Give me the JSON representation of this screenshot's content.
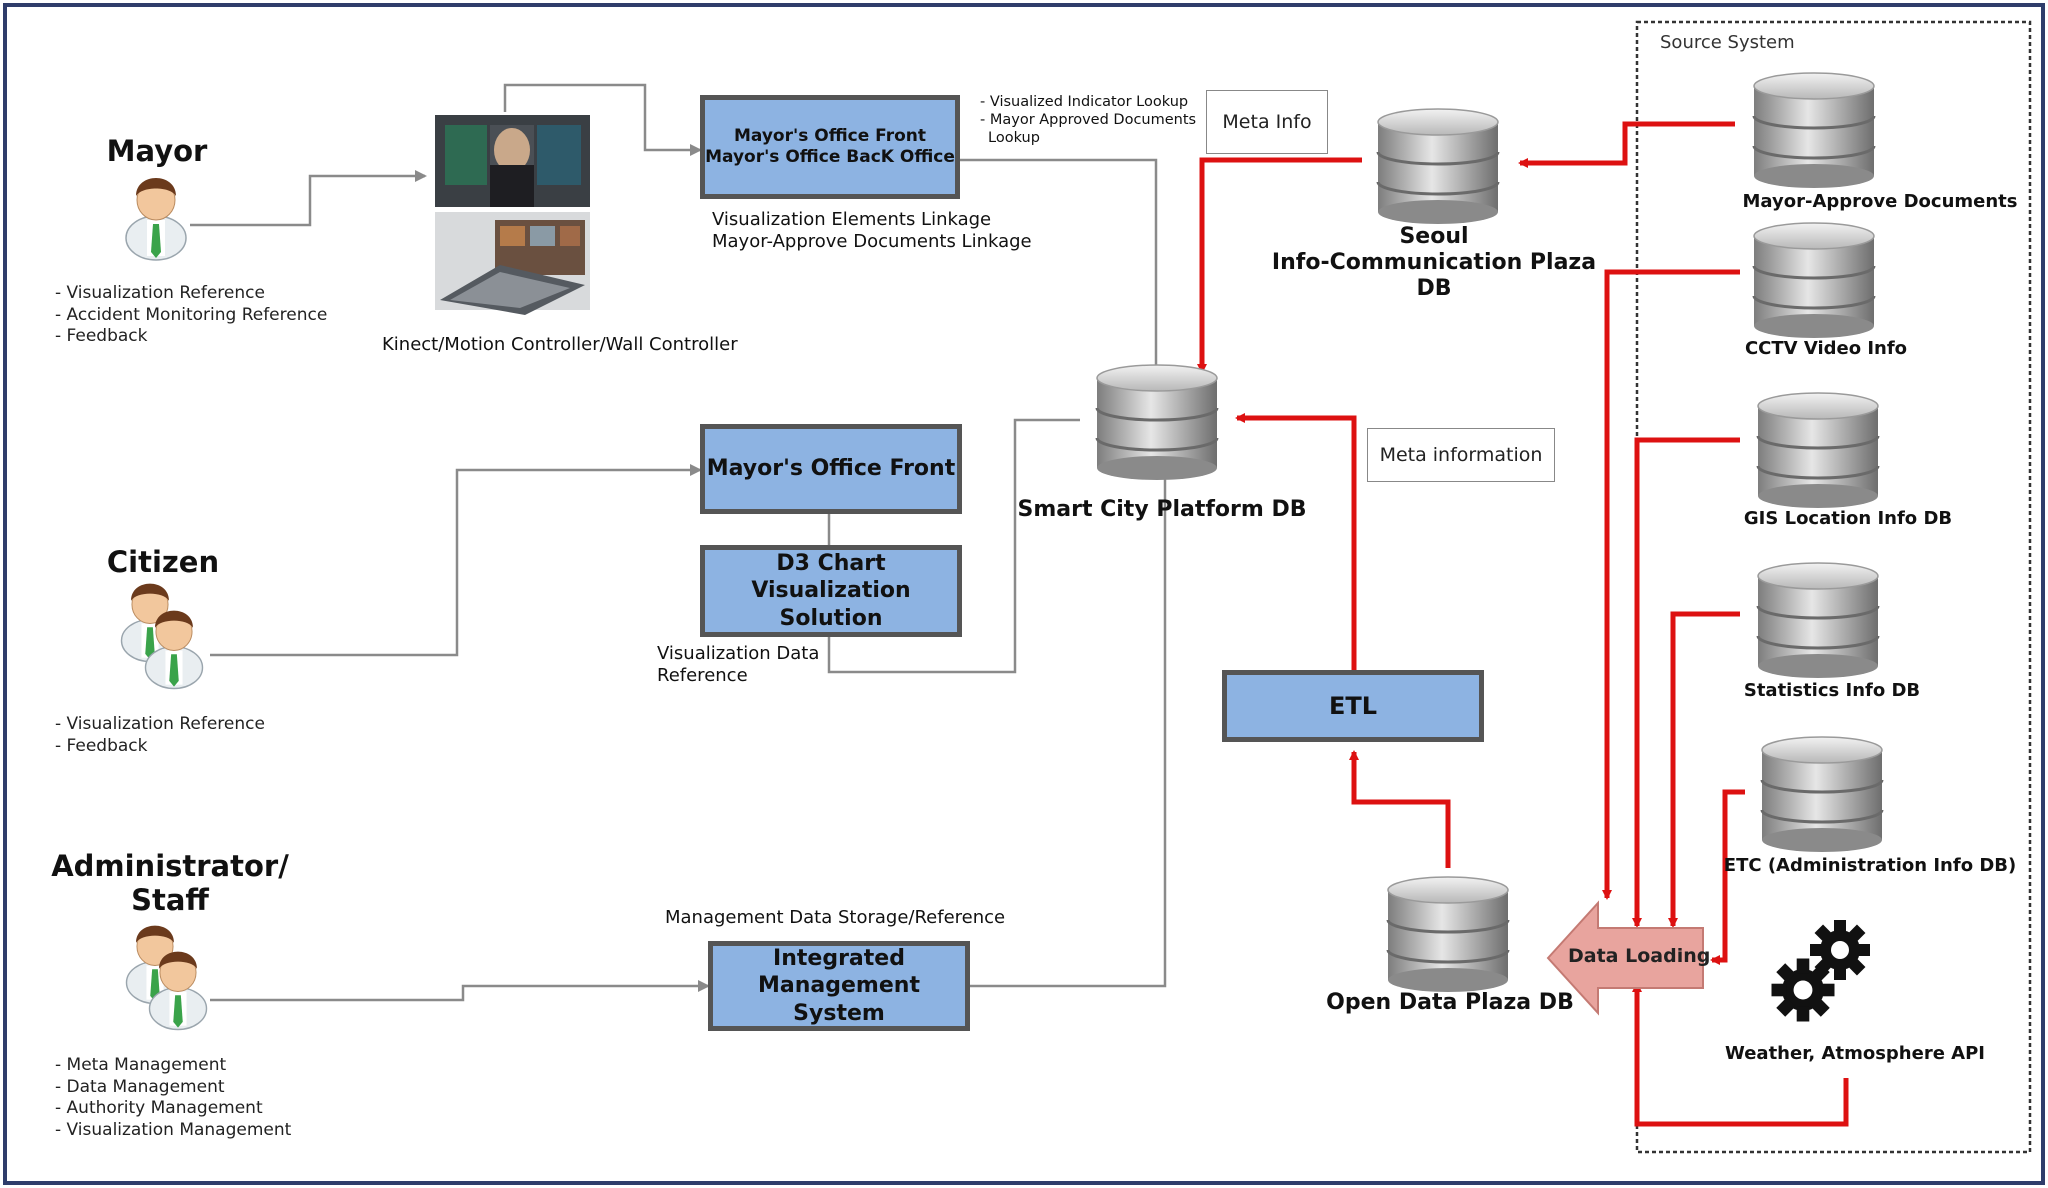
{
  "actors": {
    "mayor": {
      "title": "Mayor",
      "items": [
        "- Visualization Reference",
        "- Accident Monitoring Reference",
        "- Feedback"
      ]
    },
    "citizen": {
      "title": "Citizen",
      "items": [
        "- Visualization Reference",
        "- Feedback"
      ]
    },
    "admin": {
      "title_line1": "Administrator/",
      "title_line2": "Staff",
      "items": [
        "- Meta Management",
        "- Data Management",
        "- Authority Management",
        "- Visualization Management"
      ]
    }
  },
  "controller_caption": "Kinect/Motion Controller/Wall Controller",
  "boxes": {
    "mayor_office": {
      "line1": "Mayor's Office Front",
      "line2": "Mayor's Office BacK Office"
    },
    "front": {
      "line1": "Mayor's Office Front"
    },
    "d3": {
      "line1": "D3 Chart",
      "line2": "Visualization Solution"
    },
    "ims": {
      "line1": "Integrated",
      "line2": "Management System"
    },
    "etl": {
      "line1": "ETL"
    }
  },
  "annotations": {
    "linkage_1": "Visualization Elements Linkage",
    "linkage_2": "Mayor-Approve Documents Linkage",
    "lookup_1": "- Visualized Indicator Lookup",
    "lookup_2": "- Mayor Approved Documents",
    "lookup_3": "Lookup",
    "viz_data_1": "Visualization Data",
    "viz_data_2": "Reference",
    "mgmt_data": "Management Data Storage/Reference"
  },
  "notes": {
    "meta_info": "Meta Info",
    "meta_information": "Meta information"
  },
  "databases": {
    "seoul": {
      "line1": "Seoul",
      "line2": "Info-Communication Plaza",
      "line3": "DB"
    },
    "smart_city": {
      "label": "Smart City Platform DB"
    },
    "open_data": {
      "label": "Open Data Plaza DB"
    }
  },
  "source_system": {
    "title": "Source System",
    "items": [
      "Mayor-Approve Documents",
      "CCTV Video Info",
      "GIS Location Info DB",
      "Statistics Info DB",
      "ETC (Administration Info DB)"
    ],
    "api_label": "Weather, Atmosphere API"
  },
  "data_loading": "Data Loading",
  "colors": {
    "box_fill": "#8db3e2",
    "box_border": "#555555",
    "arrow_red": "#dd1111",
    "line_gray": "#8a8a8a",
    "frame": "#2f3d6b"
  }
}
